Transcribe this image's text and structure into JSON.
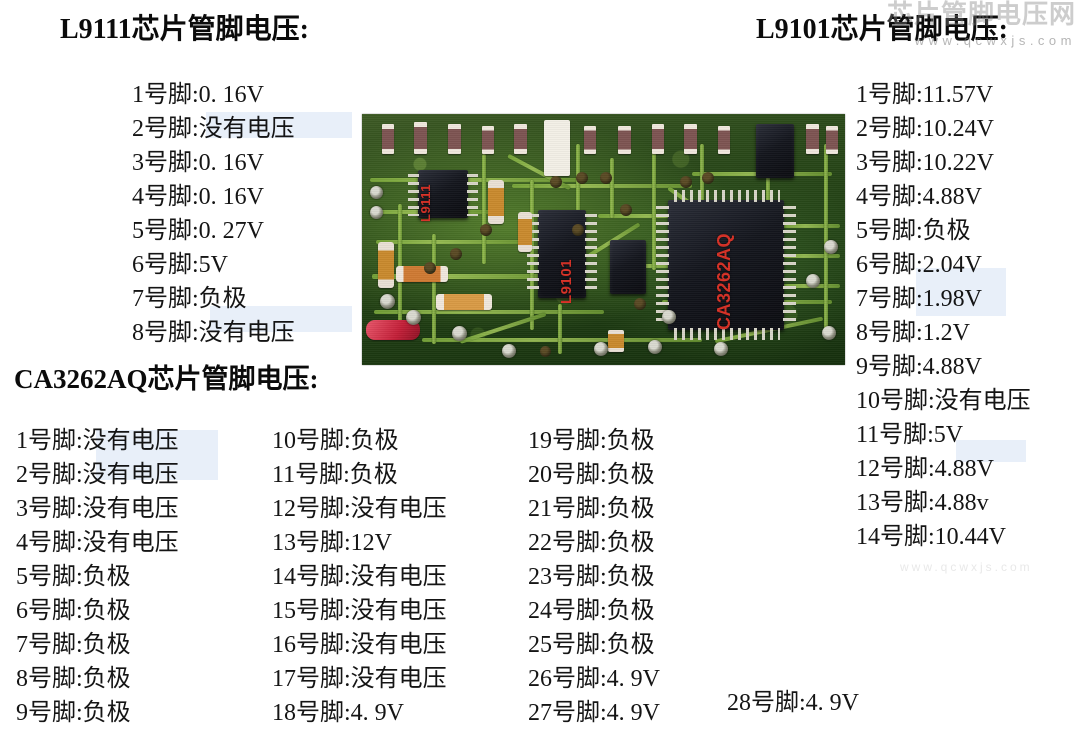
{
  "sections": [
    {
      "id": "l9111",
      "title": "L9111芯片管脚电压:",
      "pins": [
        {
          "label": "1号脚:",
          "value": "0. 16V"
        },
        {
          "label": "2号脚:",
          "value": "没有电压"
        },
        {
          "label": "3号脚:",
          "value": "0. 16V"
        },
        {
          "label": "4号脚:",
          "value": "0. 16V"
        },
        {
          "label": "5号脚:",
          "value": "0. 27V"
        },
        {
          "label": "6号脚:",
          "value": "5V"
        },
        {
          "label": "7号脚:",
          "value": "负极"
        },
        {
          "label": "8号脚:",
          "value": "没有电压"
        }
      ]
    },
    {
      "id": "l9101",
      "title": "L9101芯片管脚电压:",
      "pins": [
        {
          "label": "1号脚:",
          "value": "11.57V"
        },
        {
          "label": "2号脚:",
          "value": "10.24V"
        },
        {
          "label": "3号脚:",
          "value": "10.22V"
        },
        {
          "label": "4号脚:",
          "value": "4.88V"
        },
        {
          "label": "5号脚:",
          "value": "负极"
        },
        {
          "label": "6号脚:",
          "value": "2.04V"
        },
        {
          "label": "7号脚:",
          "value": "1.98V"
        },
        {
          "label": "8号脚:",
          "value": "1.2V"
        },
        {
          "label": "9号脚:",
          "value": "4.88V"
        },
        {
          "label": "10号脚:",
          "value": "没有电压"
        },
        {
          "label": "11号脚:",
          "value": "5V"
        },
        {
          "label": "12号脚:",
          "value": "4.88V"
        },
        {
          "label": "13号脚:",
          "value": "4.88v"
        },
        {
          "label": "14号脚:",
          "value": "10.44V"
        }
      ]
    },
    {
      "id": "ca3262aq",
      "title": "CA3262AQ芯片管脚电压:",
      "columns": [
        [
          {
            "label": "1号脚:",
            "value": "没有电压"
          },
          {
            "label": "2号脚:",
            "value": "没有电压"
          },
          {
            "label": "3号脚:",
            "value": "没有电压"
          },
          {
            "label": "4号脚:",
            "value": "没有电压"
          },
          {
            "label": "5号脚:",
            "value": "负极"
          },
          {
            "label": "6号脚:",
            "value": "负极"
          },
          {
            "label": "7号脚:",
            "value": "负极"
          },
          {
            "label": "8号脚:",
            "value": "负极"
          },
          {
            "label": "9号脚:",
            "value": "负极"
          }
        ],
        [
          {
            "label": "10号脚:",
            "value": "负极"
          },
          {
            "label": "11号脚:",
            "value": "负极"
          },
          {
            "label": "12号脚:",
            "value": "没有电压"
          },
          {
            "label": "13号脚:",
            "value": "12V"
          },
          {
            "label": "14号脚:",
            "value": "没有电压"
          },
          {
            "label": "15号脚:",
            "value": "没有电压"
          },
          {
            "label": "16号脚:",
            "value": "没有电压"
          },
          {
            "label": "17号脚:",
            "value": "没有电压"
          },
          {
            "label": "18号脚:",
            "value": "4. 9V"
          }
        ],
        [
          {
            "label": "19号脚:",
            "value": "负极"
          },
          {
            "label": "20号脚:",
            "value": "负极"
          },
          {
            "label": "21号脚:",
            "value": "负极"
          },
          {
            "label": "22号脚:",
            "value": "负极"
          },
          {
            "label": "23号脚:",
            "value": "负极"
          },
          {
            "label": "24号脚:",
            "value": "负极"
          },
          {
            "label": "25号脚:",
            "value": "负极"
          },
          {
            "label": "26号脚:",
            "value": "4. 9V"
          },
          {
            "label": "27号脚:",
            "value": "4. 9V"
          }
        ],
        [
          {
            "label": "28号脚:",
            "value": "4. 9V"
          }
        ]
      ]
    }
  ],
  "photo": {
    "alt": "circuit-board-photo",
    "chip_marks": {
      "l9111": "L9111",
      "l9101": "L9101",
      "ca3262aq": "CA3262AQ"
    },
    "mark_color": "#d62f24",
    "board_color": "#2b4a1a"
  },
  "watermark": {
    "cn": "芯片管脚电压网",
    "url": "www.qcwxjs.com",
    "faint": "www.qcwxjs.com"
  }
}
